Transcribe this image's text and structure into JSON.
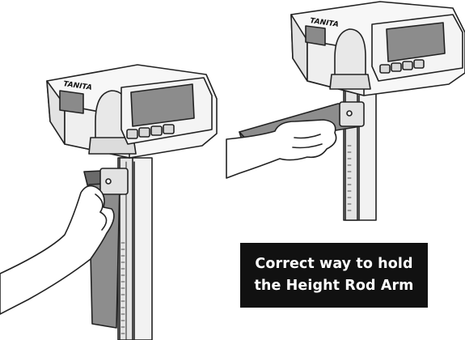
{
  "brand": {
    "left_unit_logo": "TANITA",
    "right_unit_logo": "TANITA"
  },
  "caption": {
    "line1": "Correct way to hold",
    "line2": "the Height Rod Arm"
  },
  "colors": {
    "caption_background": "#111111",
    "caption_text": "#ffffff",
    "line_art": "#222222",
    "screen_gray": "#8c8c8c",
    "logo_pad_gray": "#8a8a8a"
  },
  "icons": [
    "scale-head-unit",
    "height-rod",
    "hand",
    "display-screen",
    "control-buttons"
  ]
}
